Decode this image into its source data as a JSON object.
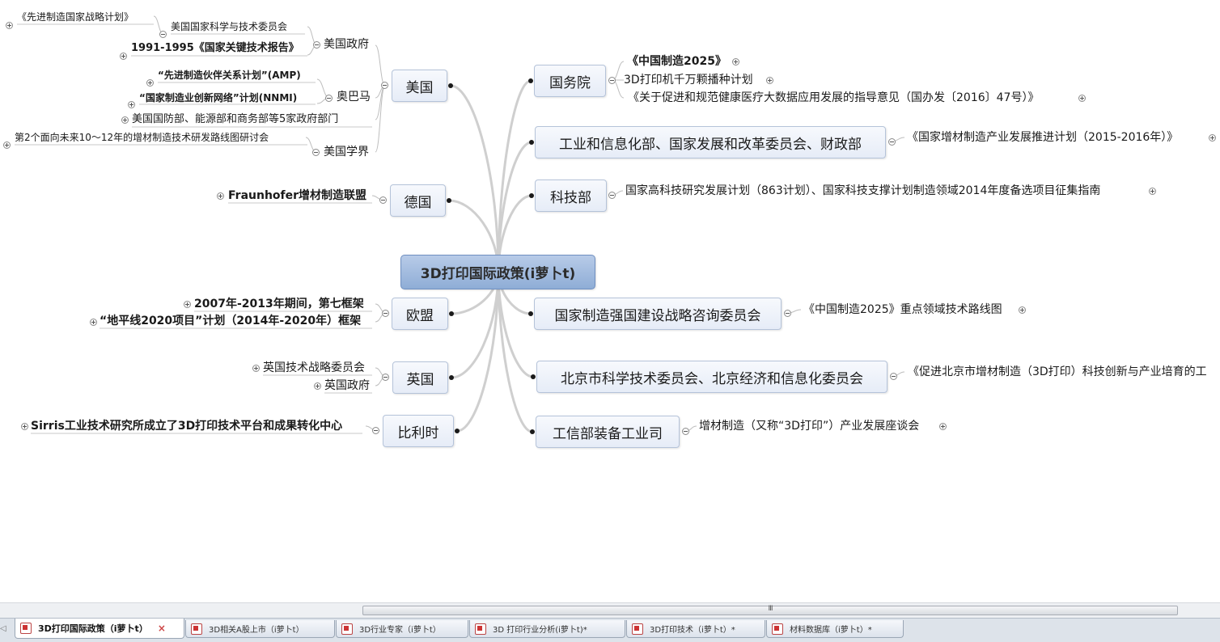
{
  "map": {
    "root": "3D打印国际政策(i萝卜t)",
    "usa": {
      "label": "美国",
      "gov": "美国政府",
      "gov_council": "美国国家科学与技术委员会",
      "plan_amp_strategy": "《先进制造国家战略计划》",
      "report_1991": "1991-1995《国家关键技术报告》",
      "obama": "奥巴马",
      "amp": "“先进制造伙伴关系计划”(AMP)",
      "nnmi": "“国家制造业创新网络”计划(NNMI)",
      "depts": "美国国防部、能源部和商务部等5家政府部门",
      "academia": "美国学界",
      "roadmap": "第2个面向未来10～12年的增材制造技术研发路线图研讨会"
    },
    "germany": {
      "label": "德国",
      "fraunhofer": "Fraunhofer增材制造联盟"
    },
    "eu": {
      "label": "欧盟",
      "fp7": "2007年-2013年期间，第七框架",
      "h2020": "“地平线2020项目”计划（2014年-2020年）框架"
    },
    "uk": {
      "label": "英国",
      "council": "英国技术战略委员会",
      "gov": "英国政府"
    },
    "belgium": {
      "label": "比利时",
      "sirris": "Sirris工业技术研究所成立了3D打印技术平台和成果转化中心"
    },
    "state_council": {
      "label": "国务院",
      "made_in_china": "《中国制造2025》",
      "seeds": "3D打印机千万颗播种计划",
      "medical": "《关于促进和规范健康医疗大数据应用发展的指导意见（国办发〔2016〕47号）》"
    },
    "miit_group": {
      "label": "工业和信息化部、国家发展和改革委员会、财政部",
      "plan": "《国家增材制造产业发展推进计划（2015-2016年）》"
    },
    "most": {
      "label": "科技部",
      "guide": "国家高科技研究发展计划（863计划）、国家科技支撑计划制造领域2014年度备选项目征集指南"
    },
    "advisory": {
      "label": "国家制造强国建设战略咨询委员会",
      "roadmap": "《中国制造2025》重点领域技术路线图"
    },
    "beijing": {
      "label": "北京市科学技术委员会、北京经济和信息化委员会",
      "plan": "《促进北京市增材制造（3D打印）科技创新与产业培育的工"
    },
    "equipment": {
      "label": "工信部装备工业司",
      "forum": "增材制造（又称“3D打印”）产业发展座谈会"
    }
  },
  "tabs": [
    "3D打印国际政策（i萝卜t）",
    "3D相关A股上市（i萝卜t）",
    "3D行业专家（i萝卜t）",
    "3D 打印行业分析(i萝卜t)*",
    "3D打印技术（i萝卜t）*",
    "材料数据库（i萝卜t）*"
  ],
  "tab_close": "×",
  "scroll_grip": "III",
  "tab_scroll_arrow": "◁"
}
